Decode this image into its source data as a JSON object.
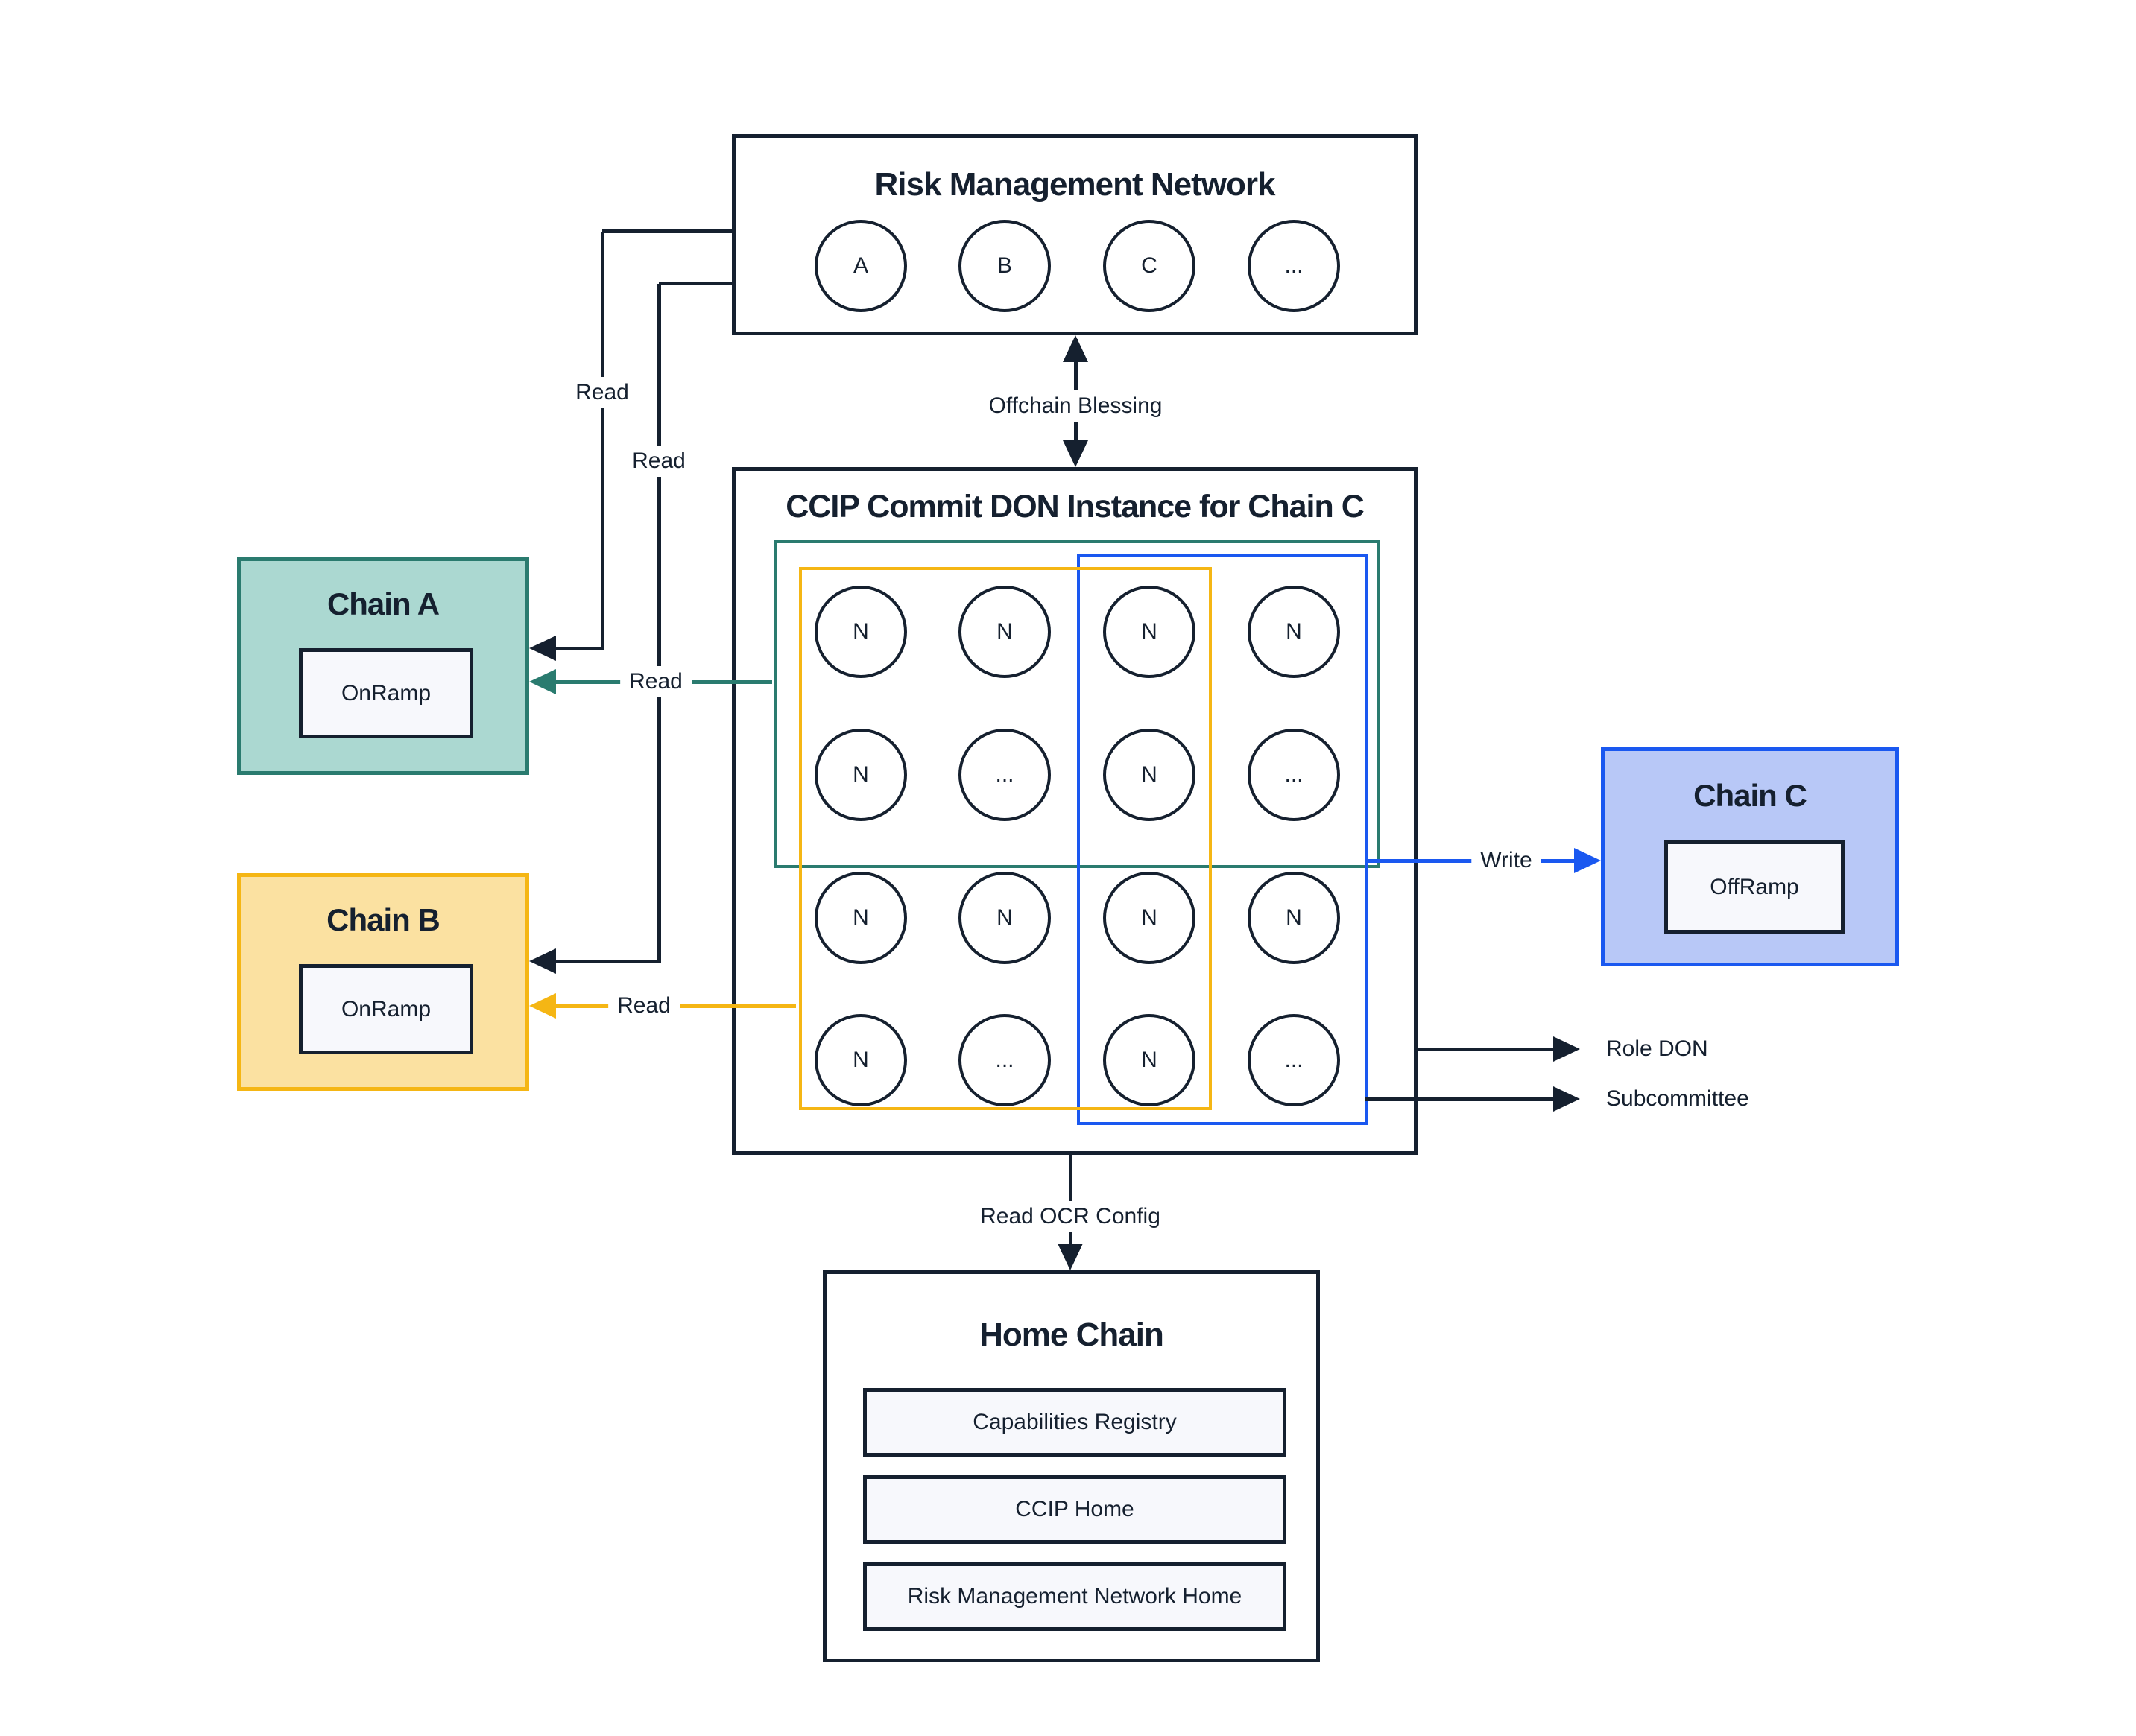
{
  "risk_management_network": {
    "title": "Risk Management Network",
    "nodes": [
      "A",
      "B",
      "C",
      "..."
    ]
  },
  "commit_don": {
    "title": "CCIP Commit DON Instance for Chain C",
    "grid": [
      [
        "N",
        "N",
        "N",
        "N"
      ],
      [
        "N",
        "...",
        "N",
        "..."
      ],
      [
        "N",
        "N",
        "N",
        "N"
      ],
      [
        "N",
        "...",
        "N",
        "..."
      ]
    ]
  },
  "chain_a": {
    "title": "Chain A",
    "contract": "OnRamp"
  },
  "chain_b": {
    "title": "Chain B",
    "contract": "OnRamp"
  },
  "chain_c": {
    "title": "Chain C",
    "contract": "OffRamp"
  },
  "home_chain": {
    "title": "Home Chain",
    "contracts": [
      "Capabilities Registry",
      "CCIP Home",
      "Risk Management Network Home"
    ]
  },
  "edge_labels": {
    "read": "Read",
    "offchain_blessing": "Offchain Blessing",
    "write": "Write",
    "read_ocr_config": "Read OCR Config",
    "role_don": "Role DON",
    "subcommittee": "Subcommittee"
  },
  "colors": {
    "ink": "#15202f",
    "teal": "#2a7b6f",
    "teal_fill": "#abd8d1",
    "yellow": "#f5b614",
    "yellow_fill": "#fbe1a1",
    "blue": "#1a58f0",
    "blue_fill": "#b8c8f7",
    "panel_fill": "#f7f8fc"
  }
}
